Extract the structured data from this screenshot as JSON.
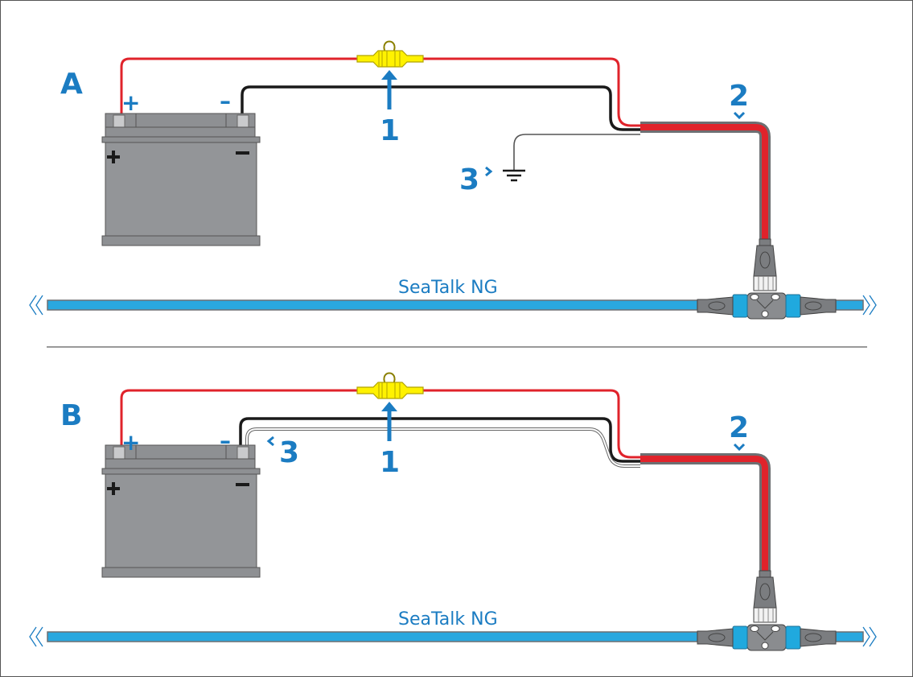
{
  "colors": {
    "accent": "#1b7cc2",
    "positive_wire": "#e0232b",
    "negative_wire": "#1a1a1a",
    "drain_wire": "#bbbbbb",
    "seatalk_cable": "#2aa8df",
    "battery": "#939598",
    "fuse": "#fff200"
  },
  "panels": [
    {
      "letter": "A",
      "plus": "+",
      "minus": "–",
      "battery_plus": "+",
      "battery_minus": "–",
      "callout_1": "1",
      "callout_2": "2",
      "callout_3": "3",
      "network_label": "SeaTalk NG"
    },
    {
      "letter": "B",
      "plus": "+",
      "minus": "–",
      "battery_plus": "+",
      "battery_minus": "–",
      "callout_1": "1",
      "callout_2": "2",
      "callout_3": "3",
      "network_label": "SeaTalk NG"
    }
  ]
}
